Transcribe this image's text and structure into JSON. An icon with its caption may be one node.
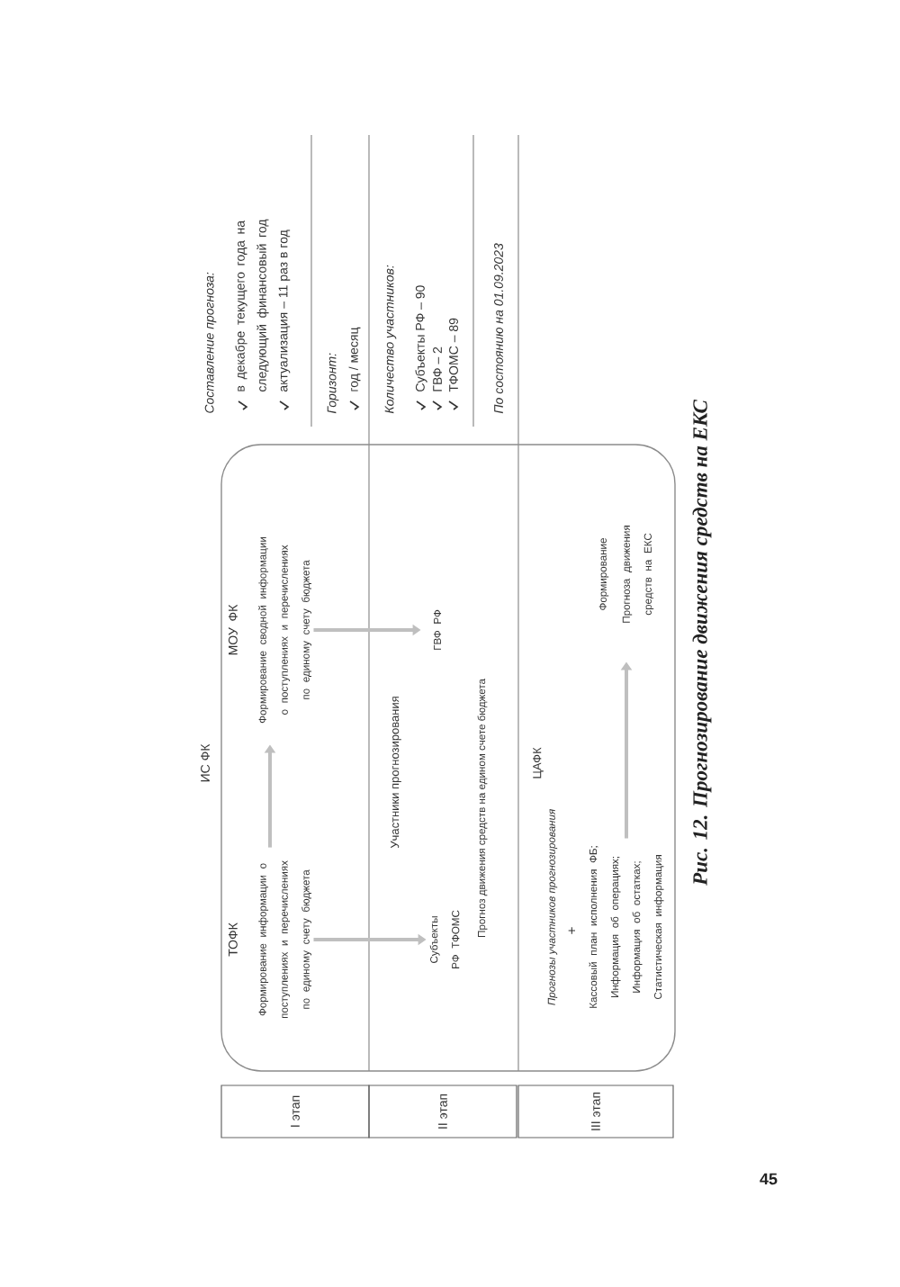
{
  "diagram": {
    "caption": "Рис. 12. Прогнозирование движения средств на ЕКС",
    "nodes": [
      {
        "text": [
          "I этап"
        ]
      },
      {
        "text": [
          "II этап"
        ]
      },
      {
        "text": [
          "III этап"
        ]
      },
      {
        "text": [
          "ИС ФК"
        ]
      },
      {
        "text": [
          "ТОФК",
          "Формирование информации о поступлениях и перечислениях по единому счету бюджета"
        ],
        "in": 3
      },
      {
        "text": [
          "МОУ ФК",
          "Формирование сводной информации о поступлениях и перечислениях по единому счету бюджета"
        ],
        "in": 3
      },
      {
        "text": [
          "Субъекты РФ ТФОМС"
        ],
        "in": 3
      },
      {
        "text": [
          "ГВФ РФ"
        ],
        "in": 3
      },
      {
        "text": [
          "Кассовый план исполнения ФБ; Информация об операциях; Информация об остатках; Статистическая информация"
        ],
        "in": 3
      },
      {
        "text": [
          "Формирование",
          "Прогноза движения средств на ЕКС"
        ],
        "in": 3
      }
    ],
    "edges": [
      {
        "from": 4,
        "to": 5,
        "arrow": "to"
      },
      {
        "from": 4,
        "to": 6,
        "arrow": "to"
      },
      {
        "from": 5,
        "to": 7,
        "arrow": "to"
      },
      {
        "from": 8,
        "to": 9,
        "arrow": "to"
      }
    ],
    "labels": [
      "Участники прогнозирования",
      "Прогноз движения средств на едином счете бюджета",
      "ЦАФК",
      "Прогнозы участников прогнозирования",
      "+",
      "Составление прогноза:",
      "в декабре текущего года на следующий финансовый год",
      "актуализация – 11 раз в год",
      "Горизонт:",
      "год / месяц",
      "Количество участников:",
      "Субъекты РФ – 90",
      "ГВФ – 2",
      "ТФОМС – 89",
      "По состоянию на 01.09.2023",
      "45"
    ]
  }
}
